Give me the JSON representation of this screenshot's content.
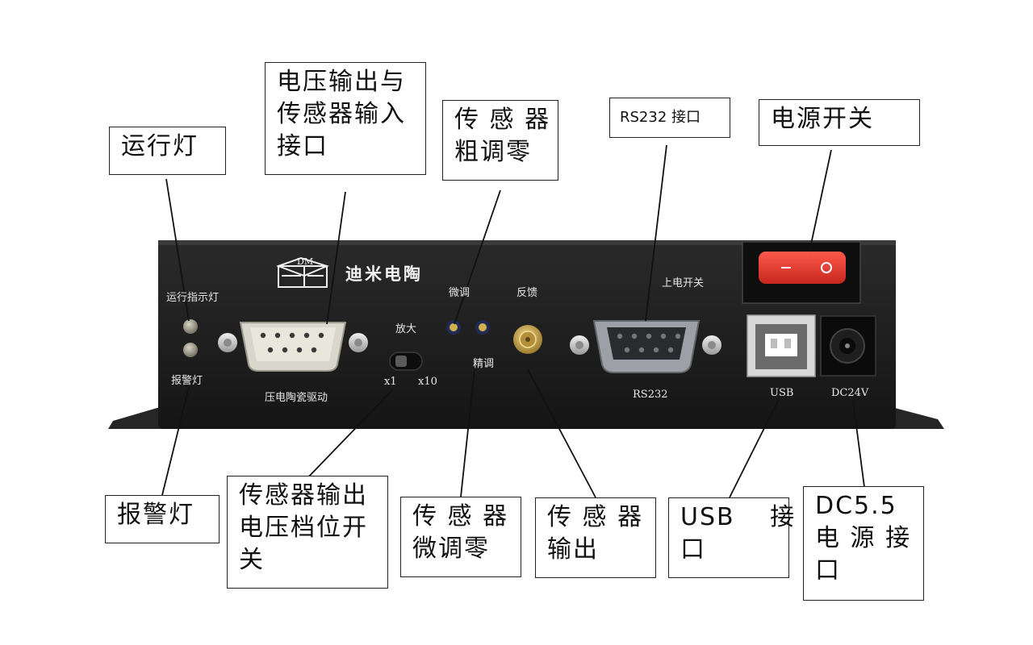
{
  "callouts": {
    "run_light": [
      "运行灯"
    ],
    "voltage_io": [
      "电压输出与",
      "传感器输入",
      "接口"
    ],
    "coarse_zero": [
      "传 感 器",
      "粗调零"
    ],
    "rs232": [
      "RS232 接口"
    ],
    "power_switch": [
      "电源开关"
    ],
    "alarm_light": [
      "报警灯"
    ],
    "range_switch": [
      "传感器输出",
      "电压档位开",
      "关"
    ],
    "fine_zero": [
      "传 感 器",
      "微调零"
    ],
    "sensor_output": [
      "传 感 器",
      "输出"
    ],
    "usb": [
      "USB　 接",
      "口"
    ],
    "dc_power": [
      "DC5.5",
      "电 源 接",
      "口"
    ]
  },
  "panel": {
    "brand": "迪米电陶",
    "run_indicator": "运行指示灯",
    "alarm": "报警灯",
    "driver": "压电陶瓷驱动",
    "amplify": "放大",
    "x1": "x1",
    "x10": "x10",
    "fine_adjust_top": "微调",
    "fine_adjust_bottom": "精调",
    "feedback": "反馈",
    "power_on": "上电开关",
    "rs232": "RS232",
    "usb": "USB",
    "dc": "DC24V",
    "logo_letters": "DM"
  },
  "colors": {
    "panel": "#1b1b1b",
    "switch": "#e23a2f",
    "gold": "#c8a24a"
  }
}
